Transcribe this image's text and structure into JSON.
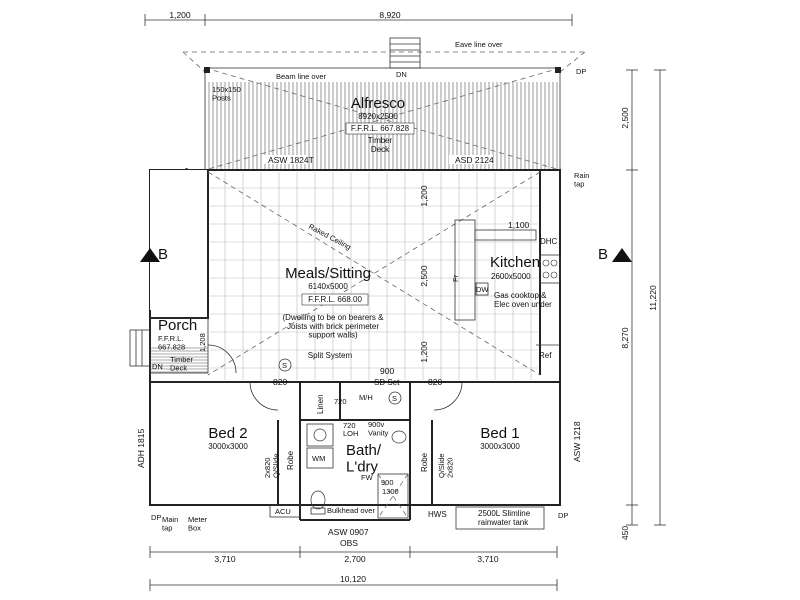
{
  "dimensions": {
    "top_left": "1,200",
    "top_right": "8,920",
    "right_top": "2,500",
    "right_mid": "8,270",
    "right_total": "11,220",
    "right_bottom": "450",
    "bottom_left": "3,710",
    "bottom_mid": "2,700",
    "bottom_right": "3,710",
    "bottom_total": "10,120",
    "kitchen_width": "1,100",
    "meals_v1": "1,200",
    "meals_v2": "2,500",
    "meals_v3": "1,200",
    "hall_900": "900",
    "linen_720": "720",
    "bath_720": "720",
    "bath_900_1": "900",
    "bath_900_2": "900",
    "bath_1300": "1300",
    "door_820_left": "820",
    "door_820_right": "820",
    "porch_v": "1,208"
  },
  "labels": {
    "eave": "Eave line over",
    "beam": "Beam line over",
    "posts": "150x150\nPosts",
    "dn_top": "DN",
    "dp_tr": "DP",
    "dp_left": "DP",
    "rain_tap": "Rain\ntap",
    "alfresco": "Alfresco",
    "alfresco_size": "8920x2500",
    "alfresco_ffrl": "F.F.R.L. 667.828",
    "timber_deck": "Timber\nDeck",
    "asw_1824t": "ASW 1824T",
    "asd_2124": "ASD 2124",
    "raked_ceiling": "Raked Ceiling",
    "meals": "Meals/Sitting",
    "meals_size": "6140x5000",
    "meals_ffrl": "F.F.R.L. 668.00",
    "dwelling_note": "(Dwelling to be on bearers &\nJoists with brick perimeter\nsupport walls)",
    "split_system": "Split System",
    "kitchen": "Kitchen",
    "kitchen_size": "2600x5000",
    "kitchen_note": "Gas cooktop &\nElec oven under",
    "dhc": "DHC",
    "dw": "DW",
    "fr": "Fr",
    "ref": "Ref",
    "porch": "Porch",
    "porch_ffrl": "F.F.R.L.\n667.828",
    "porch_deck": "Timber\nDeck",
    "dn_porch": "DN",
    "bed2": "Bed 2",
    "bed2_size": "3000x3000",
    "bed1": "Bed 1",
    "bed1_size": "3000x3000",
    "robe_left": "Robe",
    "robe_right": "Robe",
    "slide_left": "2x820\nQ/Slide",
    "slide_right": "Q/Slide\n2x820",
    "linen": "Linen",
    "mh": "M/H",
    "sd_set": "SD Set",
    "loh": "LOH",
    "wm": "WM",
    "vanity": "900v\nVanity",
    "bath": "Bath/\nL'dry",
    "fw": "FW",
    "bulkhead": "Bulkhead over",
    "acu": "ACU",
    "hws": "HWS",
    "tank": "2500L Slimline\nrainwater tank",
    "adh": "ADH 1815",
    "asw_1218": "ASW 1218",
    "asw_0907": "ASW 0907",
    "obs": "OBS",
    "dp_bl": "DP",
    "main_tap": "Main\ntap",
    "meter_box": "Meter\nBox",
    "dp_br": "DP",
    "section_left": "B",
    "section_right": "B",
    "s_marker": "S"
  }
}
